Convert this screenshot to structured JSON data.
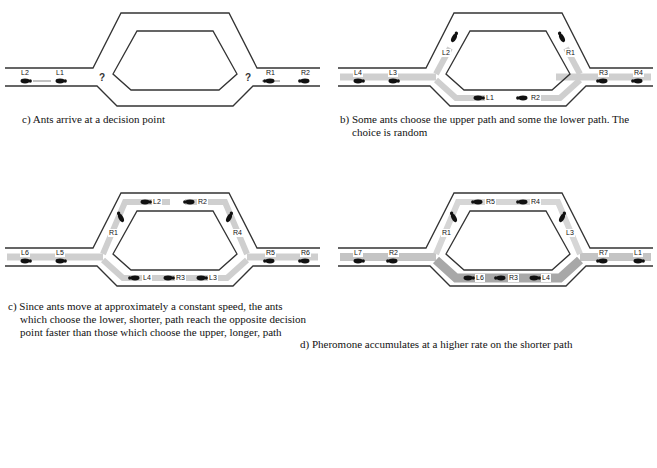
{
  "diagram": {
    "labels": [
      "L2",
      "L1",
      "?",
      "?",
      "R1",
      "R2",
      "c) Ants arrive at a decision point",
      "L4",
      "L3",
      "L2",
      "R1",
      "L1",
      "R2",
      "R3",
      "R4",
      "b) Some ants choose the upper path and some the lower path. The choice is random",
      "L6",
      "L5",
      "R1",
      "L2",
      "R2",
      "R4",
      "L4",
      "R3",
      "L3",
      "R5",
      "R6",
      "c) Since ants move at approximately a constant speed, the ants which choose the lower, shorter, path reach the opposite decision point faster than those which choose the upper, longer, path",
      "L7",
      "R2",
      "R1",
      "R5",
      "R4",
      "L3",
      "L6",
      "R3",
      "L4",
      "R7",
      "L1",
      "d) Pheromone accumulates at a higher rate on the shorter path"
    ]
  }
}
